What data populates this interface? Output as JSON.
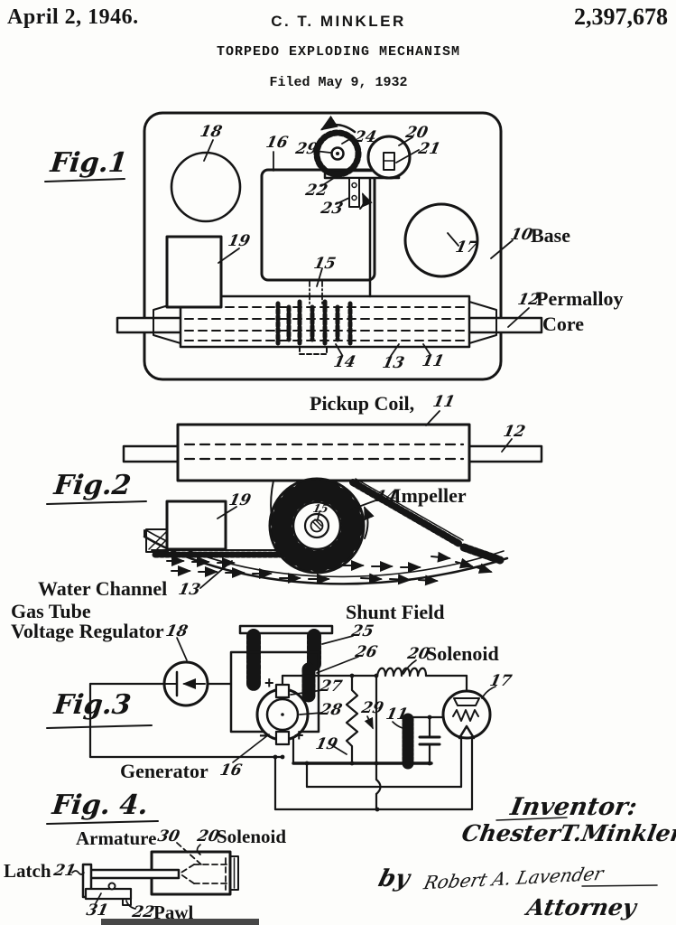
{
  "header": {
    "date": "April 2, 1946.",
    "author": "C. T. MINKLER",
    "patent_number": "2,397,678",
    "title": "TORPEDO EXPLODING MECHANISM",
    "filed": "Filed May 9, 1932"
  },
  "fig1": {
    "label": "Fig.1",
    "refs": {
      "n18": "18",
      "n16": "16",
      "n29": "29",
      "n24": "24",
      "n20": "20",
      "n21": "21",
      "n22": "22",
      "n23": "23",
      "n19": "19",
      "n15": "15",
      "n17": "17",
      "n14": "14",
      "n13": "13",
      "n11": "11",
      "n10": "10",
      "n12": "12"
    },
    "base_label": "Base",
    "permalloy_label": "Permalloy",
    "core_label": "Core"
  },
  "fig2": {
    "label": "Fig.2",
    "title": "Pickup Coil,",
    "title_ref": "11",
    "refs": {
      "n12": "12",
      "n19": "19",
      "n15": "15",
      "n14": "14",
      "n13": "13"
    },
    "impeller_label": "Impeller",
    "water_channel_label": "Water Channel"
  },
  "fig3": {
    "label": "Fig.3",
    "gas_tube_line1": "Gas Tube",
    "gas_tube_line2": "Voltage Regulator",
    "shunt_field_label": "Shunt Field",
    "solenoid_label": "Solenoid",
    "generator_label": "Generator",
    "plus_top": "+",
    "minus_bottom": "−",
    "plus_bottom": "+",
    "refs": {
      "n18": "18",
      "n25": "25",
      "n26": "26",
      "n20": "20",
      "n17": "17",
      "n27": "27",
      "n28": "28",
      "n29": "29",
      "n11": "11",
      "n19": "19",
      "n16": "16"
    }
  },
  "fig4": {
    "label": "Fig. 4.",
    "armature_label": "Armature",
    "solenoid_label": "Solenoid",
    "latch_label": "Latch",
    "pawl_label": "Pawl",
    "refs": {
      "n30": "30",
      "n20": "20",
      "n21": "21",
      "n31": "31",
      "n22": "22"
    }
  },
  "signature": {
    "inventor_heading": "Inventor:",
    "inventor_name": "ChesterT.Minkler",
    "by": "by",
    "signature": "Robert A. Lavender",
    "attorney": "Attorney"
  }
}
